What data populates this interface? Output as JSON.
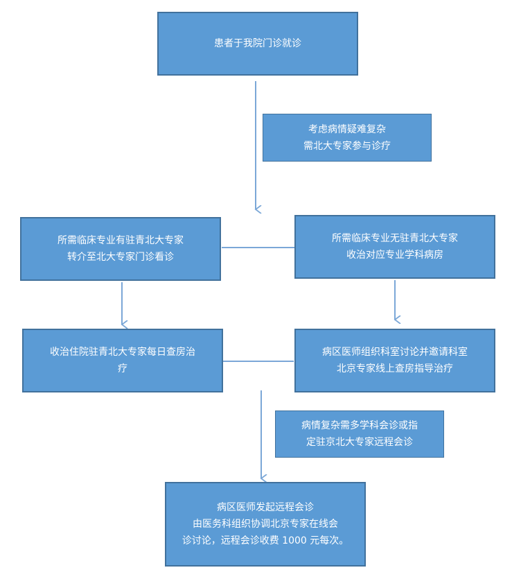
{
  "diagram": {
    "colors": {
      "box_fill": "#5b9bd5",
      "box_border": "#41719c",
      "line": "#7ba7d7",
      "text": "#ffffff"
    },
    "nodes": {
      "start": {
        "lines": [
          "患者于我院门诊就诊"
        ]
      },
      "consider": {
        "lines": [
          "考虑病情疑难复杂",
          "需北大专家参与诊疗"
        ]
      },
      "left_referral": {
        "lines": [
          "所需临床专业有驻青北大专家",
          "转介至北大专家门诊看诊"
        ]
      },
      "right_admit": {
        "lines": [
          "所需临床专业无驻青北大专家",
          "收治对应专业学科病房"
        ]
      },
      "left_ward": {
        "lines": [
          "收治住院驻青北大专家每日查房治",
          "疗"
        ]
      },
      "right_online": {
        "lines": [
          "病区医师组织科室讨论并邀请科室",
          "北京专家线上查房指导治疗"
        ]
      },
      "complex": {
        "lines": [
          "病情复杂需多学科会诊或指",
          "定驻京北大专家远程会诊"
        ]
      },
      "remote": {
        "lines": [
          "病区医师发起远程会诊",
          "由医务科组织协调北京专家在线会",
          "诊讨论，远程会诊收费 1000 元每次。"
        ]
      }
    }
  }
}
